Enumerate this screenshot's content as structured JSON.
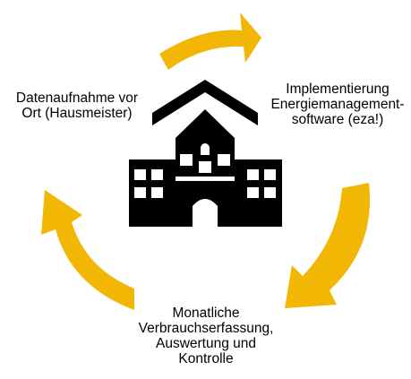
{
  "diagram": {
    "center_icon": "school-building-icon",
    "arrow_color": "#F2B705",
    "icon_color": "#000000",
    "steps": {
      "left": {
        "lines": [
          "Datenaufnahme vor",
          "Ort (Hausmeister)"
        ]
      },
      "right": {
        "lines": [
          "Implementierung",
          "Energiemanagement-",
          "software (eza!)"
        ]
      },
      "bottom": {
        "lines": [
          "Monatliche",
          "Verbrauchserfassung,",
          "Auswertung und",
          "Kontrolle"
        ]
      }
    }
  }
}
